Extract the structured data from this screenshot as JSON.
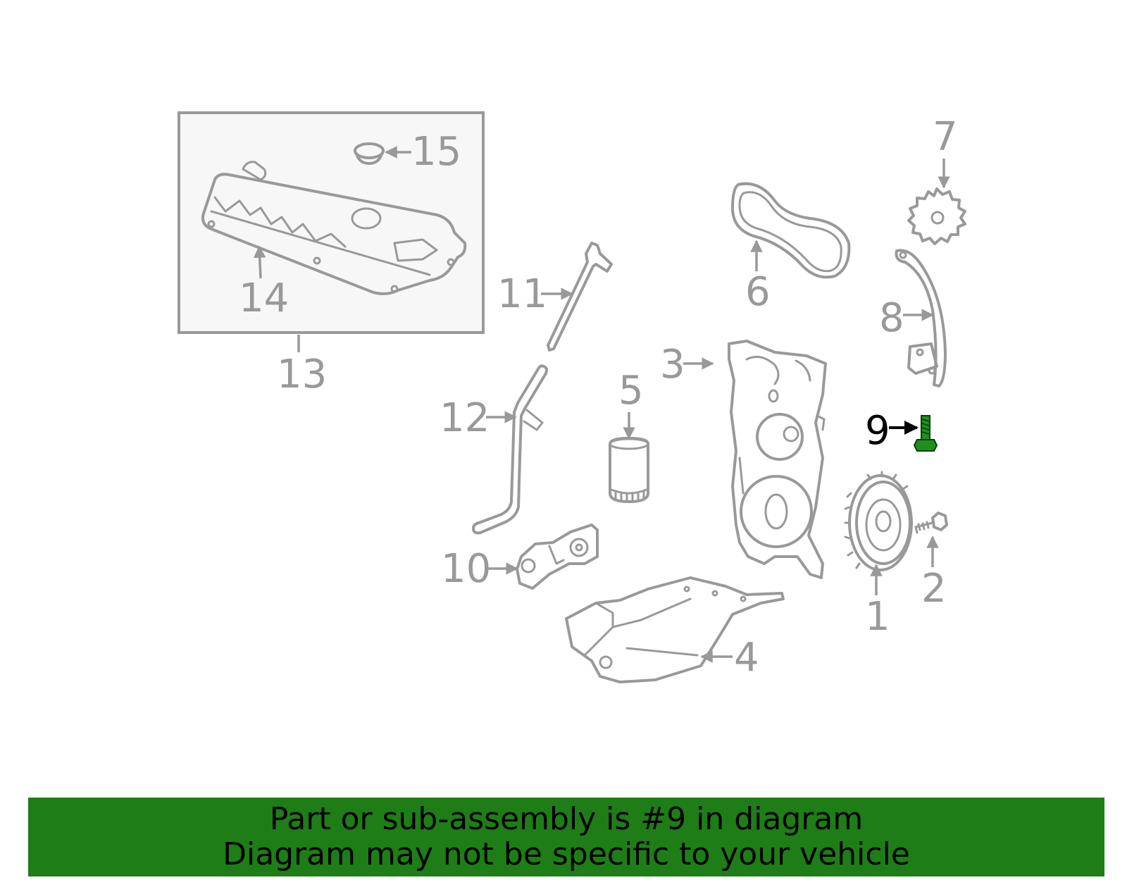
{
  "diagram": {
    "callouts": {
      "c1": "1",
      "c2": "2",
      "c3": "3",
      "c4": "4",
      "c5": "5",
      "c6": "6",
      "c7": "7",
      "c8": "8",
      "c9": "9",
      "c10": "10",
      "c11": "11",
      "c12": "12",
      "c13": "13",
      "c14": "14",
      "c15": "15"
    },
    "highlighted_part": "9",
    "colors": {
      "line_art": "#999999",
      "highlight_part": "#1e8f1e",
      "highlight_label": "#000000",
      "inset_box_fill": "#f7f7f7"
    }
  },
  "banner": {
    "line1": "Part or sub-assembly is #9 in diagram",
    "line2": "Diagram may not be specific to your vehicle",
    "background": "#1e7d17"
  }
}
